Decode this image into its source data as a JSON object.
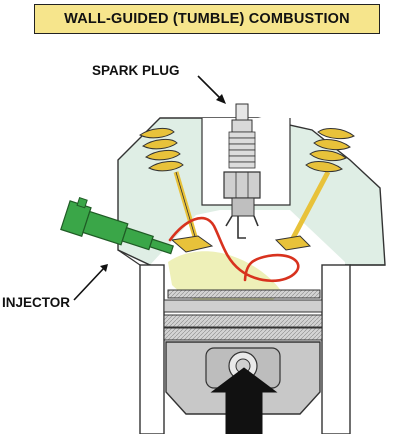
{
  "title": "WALL-GUIDED (TUMBLE) COMBUSTION",
  "labels": {
    "spark_plug": "SPARK PLUG",
    "injector": "INJECTOR"
  },
  "colors": {
    "title_background": "#f6e58c",
    "chamber_fill": "#dfeee5",
    "fuel_spray": "#eef0b8",
    "injector": "#3aa648",
    "valve_spring": "#e8c23a",
    "tumble_path": "#d8321e",
    "piston": "#c8c8c8",
    "cylinder_wall": "#ffffff"
  },
  "icons": {
    "motion_arrow": "up-arrow-icon"
  }
}
